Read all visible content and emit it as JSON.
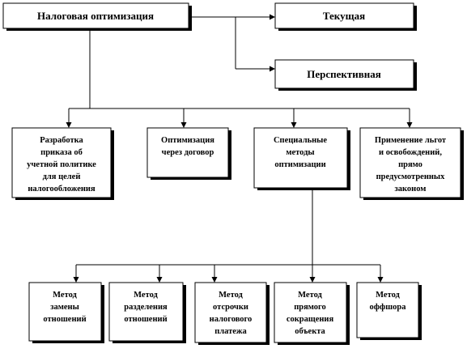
{
  "nodes": {
    "root": "Налоговая оптимизация",
    "current": "Текущая",
    "perspective": "Перспективная",
    "order": [
      "Разработка",
      "приказа об",
      "учетной политике",
      "для целей",
      "налогообложения"
    ],
    "contract": [
      "Оптимизация",
      "через договор"
    ],
    "special": [
      "Специальные",
      "методы",
      "оптимизации"
    ],
    "benefits": [
      "Применение льгот",
      "и освобождений,",
      "прямо",
      "предусмотренных",
      "законом"
    ],
    "m_replace": [
      "Метод",
      "замены",
      "отношений"
    ],
    "m_split": [
      "Метод",
      "разделения",
      "отношений"
    ],
    "m_defer": [
      "Метод",
      "отсрочки",
      "налогового",
      "платежа"
    ],
    "m_reduce": [
      "Метод",
      "прямого",
      "сокращения",
      "объекта"
    ],
    "m_offshore": [
      "Метод",
      "оффшора"
    ]
  }
}
